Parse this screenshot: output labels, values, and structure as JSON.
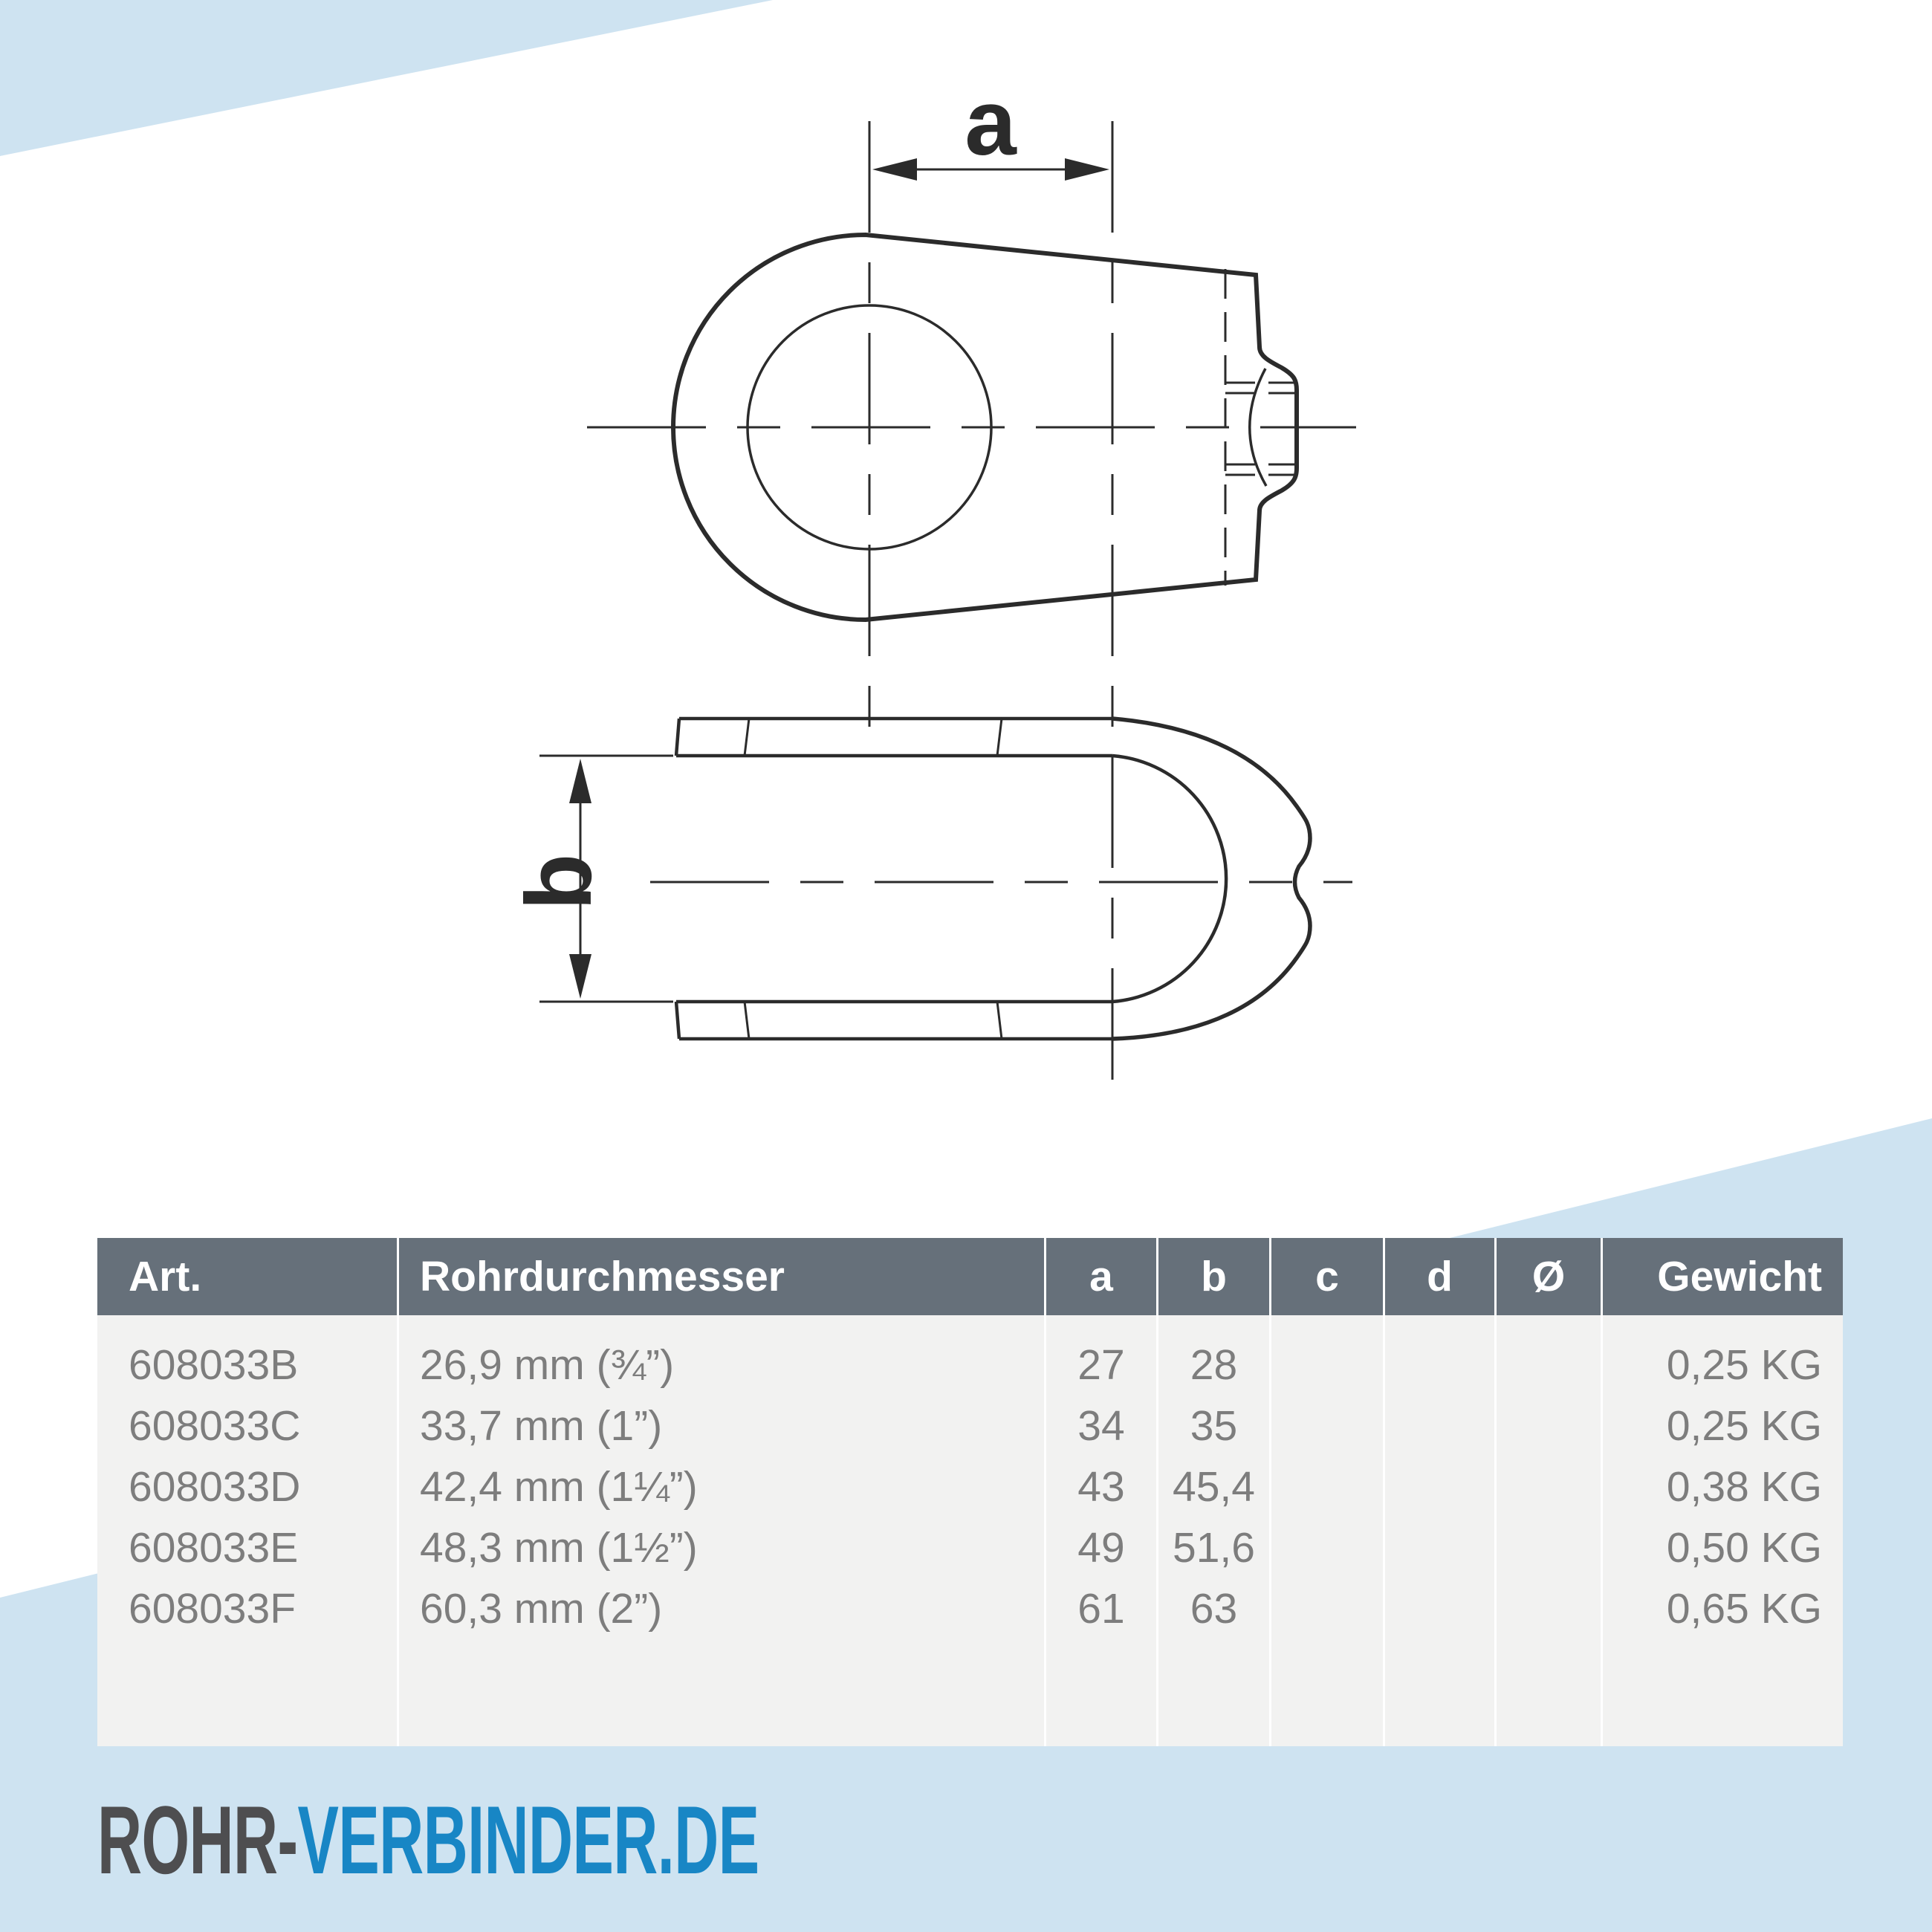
{
  "colors": {
    "accent_blue": "#cee3f1",
    "table_header_bg": "#66707a",
    "table_row_bg": "#f2f2f1",
    "table_text": "#7d7d7d",
    "drawing_line": "#2b2b2b",
    "logo_gray": "#4e4e50",
    "logo_blue": "#1886c5"
  },
  "drawing": {
    "dim_a_label": "a",
    "dim_b_label": "b"
  },
  "table": {
    "headers": [
      "Art.",
      "Rohrdurchmesser",
      "a",
      "b",
      "c",
      "d",
      "Ø",
      "Gewicht"
    ],
    "rows": [
      [
        "608033B",
        "26,9 mm (¾”)",
        "27",
        "28",
        "",
        "",
        "",
        "0,25 KG"
      ],
      [
        "608033C",
        "33,7 mm (1”)",
        "34",
        "35",
        "",
        "",
        "",
        "0,25 KG"
      ],
      [
        "608033D",
        "42,4 mm (1¼”)",
        "43",
        "45,4",
        "",
        "",
        "",
        "0,38 KG"
      ],
      [
        "608033E",
        "48,3 mm (1½”)",
        "49",
        "51,6",
        "",
        "",
        "",
        "0,50 KG"
      ],
      [
        "608033F",
        "60,3 mm (2”)",
        "61",
        "63",
        "",
        "",
        "",
        "0,65 KG"
      ]
    ]
  },
  "logo": {
    "part1": "ROHR-",
    "part2": "VERBINDER.DE"
  }
}
